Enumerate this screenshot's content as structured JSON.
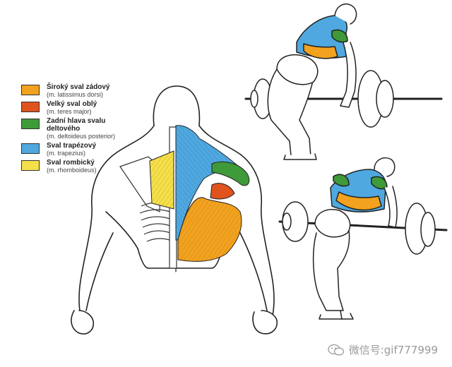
{
  "legend": [
    {
      "name": "Široký sval zádový",
      "latin": "(m. latissimus dorsi)",
      "color": "#f2a21e"
    },
    {
      "name": "Velký sval oblý",
      "latin": "(m. teres major)",
      "color": "#e0531f"
    },
    {
      "name": "Zadní hlava svalu deltového",
      "latin": "(m. deltoideus posterior)",
      "color": "#3f9a3a"
    },
    {
      "name": "Sval trapézový",
      "latin": "(m. trapezius)",
      "color": "#4fa8df"
    },
    {
      "name": "Sval rombický",
      "latin": "(m. rhomboideus)",
      "color": "#f5e04a"
    }
  ],
  "watermark": {
    "text": "微信号:gif777999",
    "icon": "wechat-icon"
  }
}
